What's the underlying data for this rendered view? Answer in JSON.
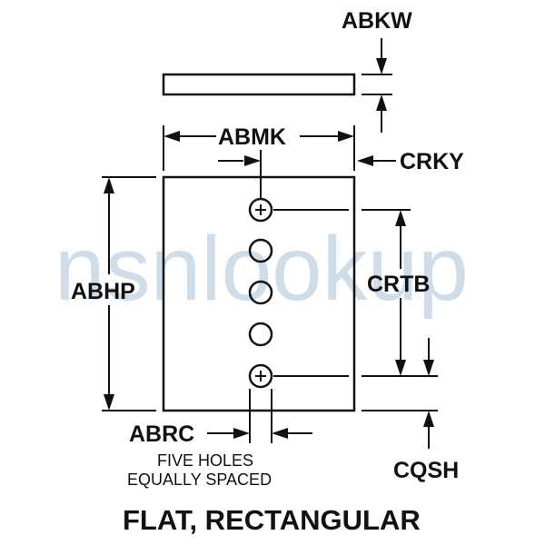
{
  "watermark": "nsnlookup",
  "labels": {
    "abkw": "ABKW",
    "abmk": "ABMK",
    "crky": "CRKY",
    "abhp": "ABHP",
    "crtb": "CRTB",
    "abrc": "ABRC",
    "cqsh": "CQSH"
  },
  "note": {
    "line1": "FIVE HOLES",
    "line2": "EQUALLY SPACED"
  },
  "title": "FLAT, RECTANGULAR",
  "watermark_color": "#a9c3d8",
  "ink_color": "#111111"
}
